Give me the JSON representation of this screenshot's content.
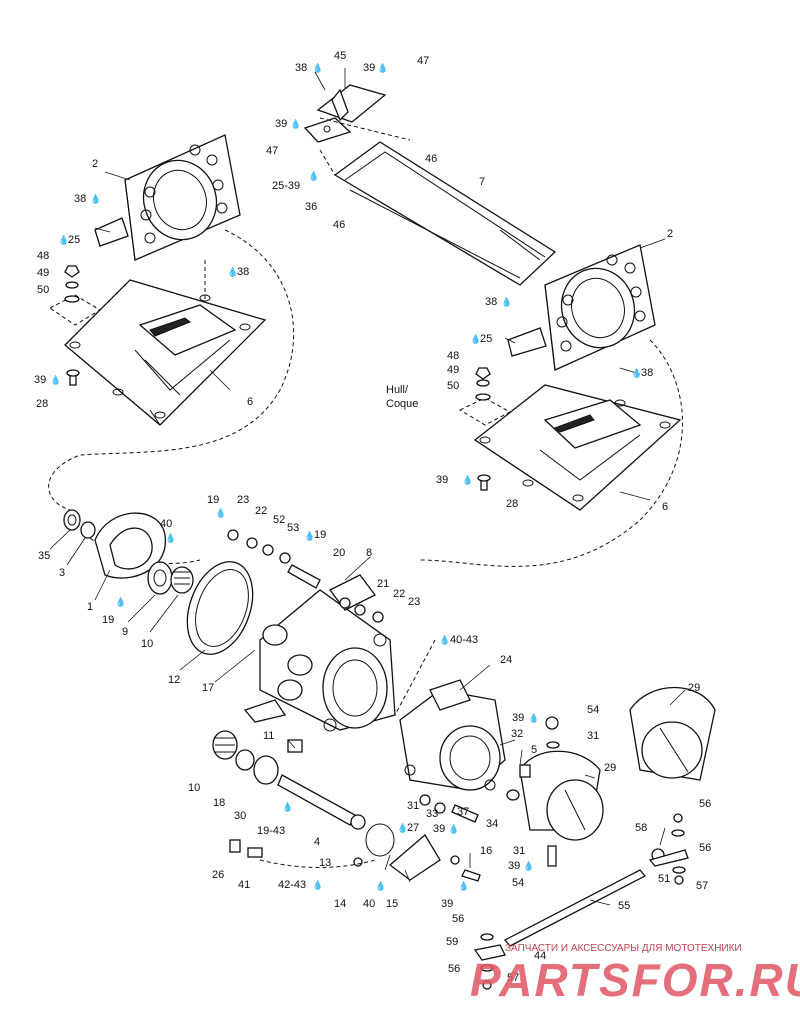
{
  "diagram": {
    "callouts": [
      {
        "id": "c45",
        "text": "45"
      },
      {
        "id": "c38a",
        "text": "38"
      },
      {
        "id": "c39a",
        "text": "39"
      },
      {
        "id": "c47a",
        "text": "47"
      },
      {
        "id": "c39b",
        "text": "39"
      },
      {
        "id": "c47b",
        "text": "47"
      },
      {
        "id": "c46a",
        "text": "46"
      },
      {
        "id": "c25-39",
        "text": "25-39"
      },
      {
        "id": "c36",
        "text": "36"
      },
      {
        "id": "c46b",
        "text": "46"
      },
      {
        "id": "c7",
        "text": "7"
      },
      {
        "id": "c2a",
        "text": "2"
      },
      {
        "id": "c38b",
        "text": "38"
      },
      {
        "id": "c25a",
        "text": "25"
      },
      {
        "id": "c48a",
        "text": "48"
      },
      {
        "id": "c49a",
        "text": "49"
      },
      {
        "id": "c50a",
        "text": "50"
      },
      {
        "id": "c38c",
        "text": "38"
      },
      {
        "id": "c39c",
        "text": "39"
      },
      {
        "id": "c28a",
        "text": "28"
      },
      {
        "id": "c6a",
        "text": "6"
      },
      {
        "id": "c2b",
        "text": "2"
      },
      {
        "id": "c38d",
        "text": "38"
      },
      {
        "id": "c25b",
        "text": "25"
      },
      {
        "id": "c48b",
        "text": "48"
      },
      {
        "id": "c49b",
        "text": "49"
      },
      {
        "id": "c50b",
        "text": "50"
      },
      {
        "id": "c38e",
        "text": "38"
      },
      {
        "id": "c39d",
        "text": "39"
      },
      {
        "id": "c28b",
        "text": "28"
      },
      {
        "id": "c6b",
        "text": "6"
      },
      {
        "id": "c35",
        "text": "35"
      },
      {
        "id": "c3",
        "text": "3"
      },
      {
        "id": "c1",
        "text": "1"
      },
      {
        "id": "c19a",
        "text": "19"
      },
      {
        "id": "c9",
        "text": "9"
      },
      {
        "id": "c40a",
        "text": "40"
      },
      {
        "id": "c10a",
        "text": "10"
      },
      {
        "id": "c12",
        "text": "12"
      },
      {
        "id": "c17",
        "text": "17"
      },
      {
        "id": "c19b",
        "text": "19"
      },
      {
        "id": "c23a",
        "text": "23"
      },
      {
        "id": "c22a",
        "text": "22"
      },
      {
        "id": "c52",
        "text": "52"
      },
      {
        "id": "c53",
        "text": "53"
      },
      {
        "id": "c19c",
        "text": "19"
      },
      {
        "id": "c20",
        "text": "20"
      },
      {
        "id": "c8",
        "text": "8"
      },
      {
        "id": "c21",
        "text": "21"
      },
      {
        "id": "c22b",
        "text": "22"
      },
      {
        "id": "c23b",
        "text": "23"
      },
      {
        "id": "c40-43",
        "text": "40-43"
      },
      {
        "id": "c24",
        "text": "24"
      },
      {
        "id": "c29a",
        "text": "29"
      },
      {
        "id": "c11",
        "text": "11"
      },
      {
        "id": "c10b",
        "text": "10"
      },
      {
        "id": "c18",
        "text": "18"
      },
      {
        "id": "c30",
        "text": "30"
      },
      {
        "id": "c19-43",
        "text": "19-43"
      },
      {
        "id": "c4",
        "text": "4"
      },
      {
        "id": "c39e",
        "text": "39"
      },
      {
        "id": "c54a",
        "text": "54"
      },
      {
        "id": "c32",
        "text": "32"
      },
      {
        "id": "c5",
        "text": "5"
      },
      {
        "id": "c31a",
        "text": "31"
      },
      {
        "id": "c29b",
        "text": "29"
      },
      {
        "id": "c31b",
        "text": "31"
      },
      {
        "id": "c33",
        "text": "33"
      },
      {
        "id": "c37",
        "text": "37"
      },
      {
        "id": "c39f",
        "text": "39"
      },
      {
        "id": "c34",
        "text": "34"
      },
      {
        "id": "c27",
        "text": "27"
      },
      {
        "id": "c56a",
        "text": "56"
      },
      {
        "id": "c26",
        "text": "26"
      },
      {
        "id": "c41",
        "text": "41"
      },
      {
        "id": "c13",
        "text": "13"
      },
      {
        "id": "c42-43",
        "text": "42-43"
      },
      {
        "id": "c14",
        "text": "14"
      },
      {
        "id": "c40b",
        "text": "40"
      },
      {
        "id": "c15",
        "text": "15"
      },
      {
        "id": "c16",
        "text": "16"
      },
      {
        "id": "c31c",
        "text": "31"
      },
      {
        "id": "c39g",
        "text": "39"
      },
      {
        "id": "c54b",
        "text": "54"
      },
      {
        "id": "c39h",
        "text": "39"
      },
      {
        "id": "c58",
        "text": "58"
      },
      {
        "id": "c56b",
        "text": "56"
      },
      {
        "id": "c51",
        "text": "51"
      },
      {
        "id": "c57a",
        "text": "57"
      },
      {
        "id": "c55",
        "text": "55"
      },
      {
        "id": "c56c",
        "text": "56"
      },
      {
        "id": "c59",
        "text": "59"
      },
      {
        "id": "c44",
        "text": "44"
      },
      {
        "id": "c56d",
        "text": "56"
      },
      {
        "id": "c57b",
        "text": "57"
      }
    ],
    "hull_label_line1": "Hull/",
    "hull_label_line2": "Coque",
    "lubricant_drop_symbol": "💧"
  },
  "watermark": {
    "tagline": "ЗАПЧАСТИ И АКСЕССУАРЫ ДЛЯ МОТОТЕХНИКИ",
    "brand": "PARTSFOR.RU",
    "color": "#e05563"
  }
}
